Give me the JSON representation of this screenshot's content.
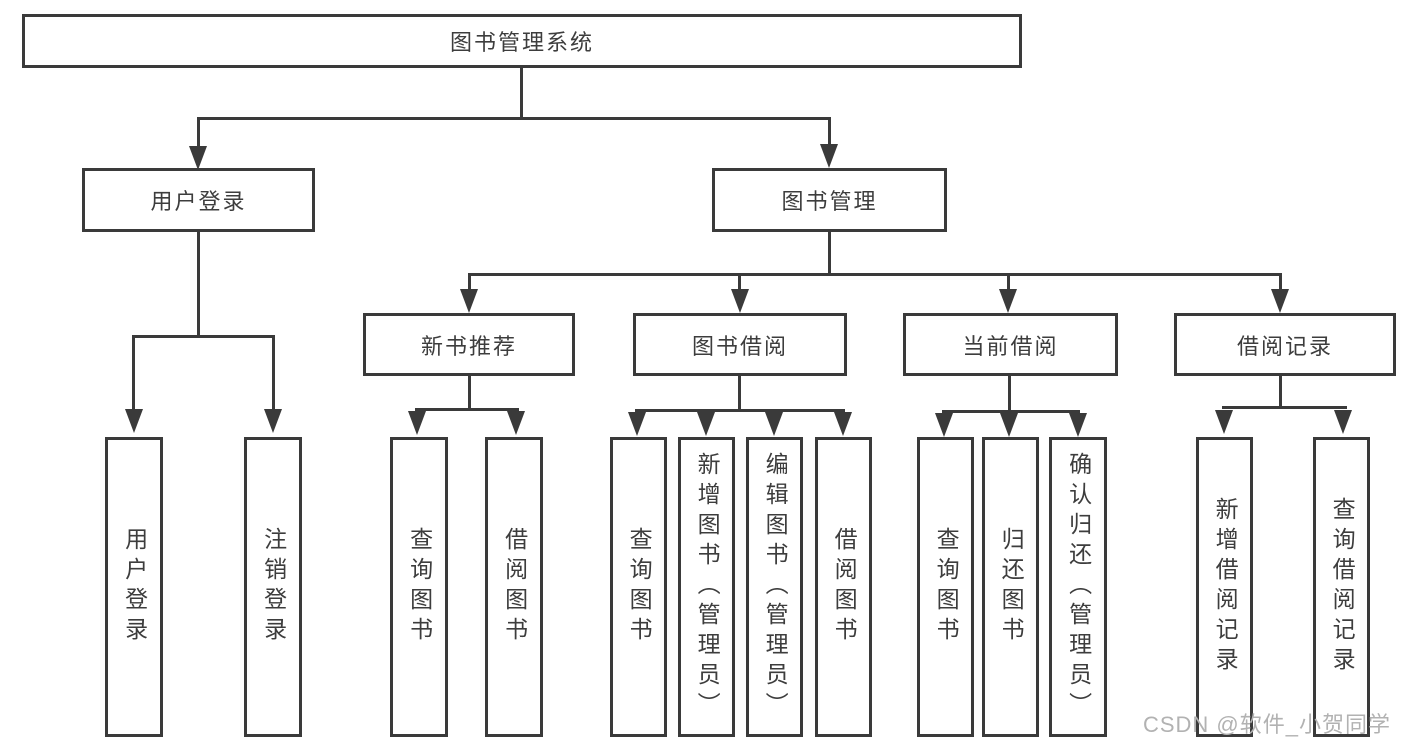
{
  "colors": {
    "background": "#ffffff",
    "line": "#3a3a3a",
    "text": "#3d3d3d",
    "watermark_text": "#b2b2b2"
  },
  "watermark": "CSDN @软件_小贺同学",
  "tree": {
    "label": "图书管理系统",
    "children": [
      {
        "label": "用户登录",
        "children": [
          {
            "label": "用户登录"
          },
          {
            "label": "注销登录"
          }
        ]
      },
      {
        "label": "图书管理",
        "children": [
          {
            "label": "新书推荐",
            "children": [
              {
                "label": "查询图书"
              },
              {
                "label": "借阅图书"
              }
            ]
          },
          {
            "label": "图书借阅",
            "children": [
              {
                "label": "查询图书"
              },
              {
                "label": "新增图书（管理员）"
              },
              {
                "label": "编辑图书（管理员）"
              },
              {
                "label": "借阅图书"
              }
            ]
          },
          {
            "label": "当前借阅",
            "children": [
              {
                "label": "查询图书"
              },
              {
                "label": "归还图书"
              },
              {
                "label": "确认归还（管理员）"
              }
            ]
          },
          {
            "label": "借阅记录",
            "children": [
              {
                "label": "新增借阅记录"
              },
              {
                "label": "查询借阅记录"
              }
            ]
          }
        ]
      }
    ]
  }
}
